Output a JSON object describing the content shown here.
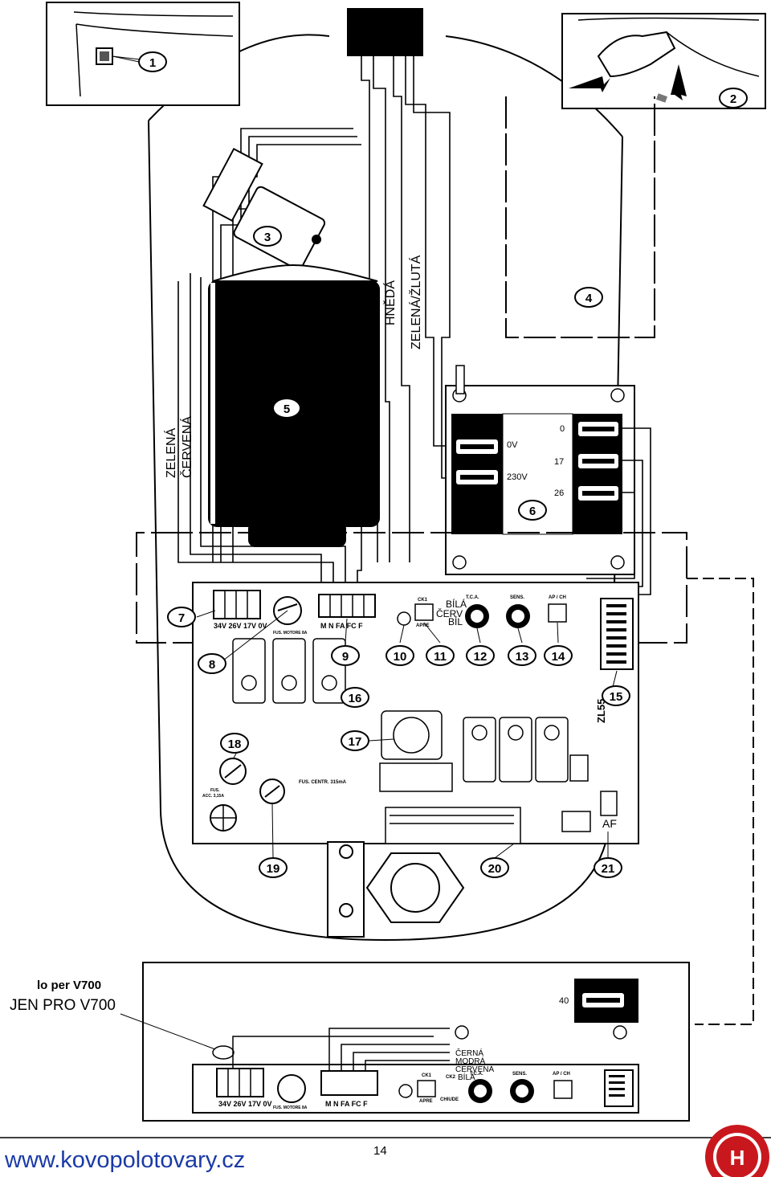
{
  "callouts": [
    "1",
    "2",
    "3",
    "4",
    "5",
    "6",
    "7",
    "8",
    "9",
    "10",
    "11",
    "12",
    "13",
    "14",
    "15",
    "16",
    "17",
    "18",
    "19",
    "20",
    "21"
  ],
  "wire_labels": {
    "zelena": "ZELENÁ",
    "cervena_left": "ČERVENÁ",
    "cervena_mid": "ČERVENÁ",
    "hneda": "HNĚDÁ",
    "zelena_zluta": "ZELENÁ/ŽLUTÁ",
    "bila_1": "BÍLÁ",
    "cerv_short": "ČERV",
    "bila_2": "BÍL"
  },
  "transformer": {
    "in_0v": "0V",
    "in_230v": "230V",
    "out_0": "0",
    "out_17": "17",
    "out_26": "26"
  },
  "board": {
    "terminal_left": "34V 26V 17V 0V",
    "fuse_motor": "FUS. MOTORE 8A",
    "terminal_motor": "M  N  FA FC  F",
    "ck1": "CK1",
    "apre": "APRE",
    "tca": "T.C.A.",
    "sens": "SENS.",
    "ap_ch": "AP / CH",
    "fuse_acc_1": "FUS.",
    "fuse_acc_2": "ACC. 3,15A",
    "fuse_centr": "FUS. CENTR. 315mA",
    "zl55": "ZL55",
    "af": "AF"
  },
  "inset": {
    "header_cut": "lo per V700",
    "note": "JEN PRO V700",
    "tap_40": "40",
    "colors": [
      "ČERNÁ",
      "MODRÁ",
      "ČERVENÁ",
      "BÍLÁ"
    ],
    "ck2": "CK2",
    "chiude": "CHIUDE",
    "terminal_left": "34V 26V 17V 0V",
    "fuse_motor": "FUS. MOTORE 8A",
    "terminal_motor": "M  N  FA  FC  F",
    "ck1": "CK1",
    "apre": "APRE",
    "tca": "T.C.A.",
    "sens": "SENS.",
    "ap_ch": "AP / CH"
  },
  "footer": {
    "url": "www.kovopolotovary.cz",
    "page": "14"
  }
}
